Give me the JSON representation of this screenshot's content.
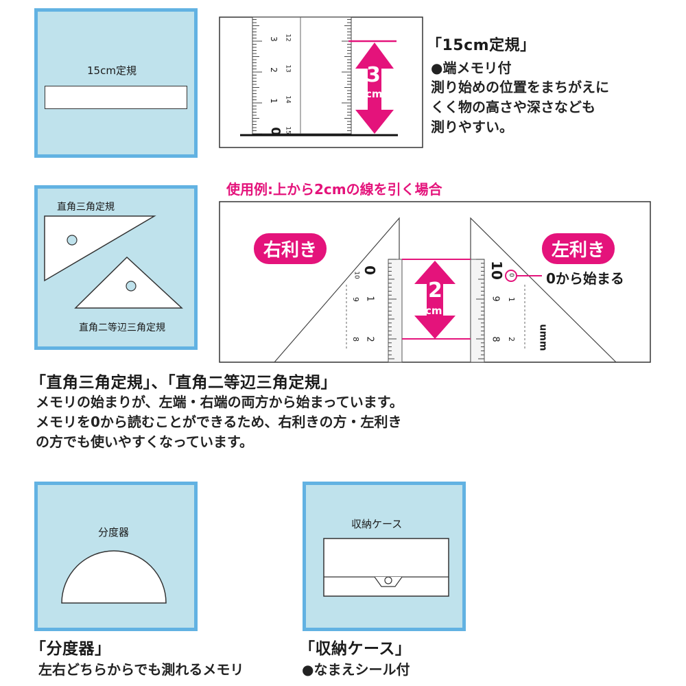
{
  "ruler_section": {
    "panel_label": "15cm定規",
    "heading": "「15cm定規」",
    "bullet": "●端メモリ付",
    "lines": [
      "測り始めの位置をまちがえに",
      "くく物の高さや深さなども",
      "測りやすい。"
    ],
    "arrow_number": "3",
    "arrow_unit": "cm",
    "tick_major": [
      "3",
      "2",
      "1",
      "0"
    ],
    "tick_minor": [
      "12",
      "13",
      "14",
      "15"
    ]
  },
  "triangle_section": {
    "panel_label_top": "直角三角定規",
    "panel_label_bottom": "直角二等辺三角定規",
    "example_caption": "使用例:上から2cmの線を引く場合",
    "right_hand_label": "右利き",
    "left_hand_label": "左利き",
    "zero_start_label": "0から始まる",
    "arrow_number": "2",
    "arrow_unit": "cm",
    "left_ruler_numbers": [
      "0",
      "1",
      "2"
    ],
    "left_ruler_small": [
      "10",
      "9",
      "8"
    ],
    "right_ruler_numbers": [
      "10",
      "9",
      "8"
    ],
    "right_ruler_small": [
      "0",
      "1",
      "2"
    ],
    "brand_mark": "umm",
    "heading": "「直角三角定規」、「直角二等辺三角定規」",
    "lines": [
      "メモリの始まりが、左端・右端の両方から始まっています。",
      "メモリを0から読むことができるため、右利きの方・左利き",
      "の方でも使いやすくなっています。"
    ]
  },
  "protractor_section": {
    "panel_label": "分度器",
    "heading": "「分度器」",
    "line": "左右どちらからでも測れるメモリ"
  },
  "case_section": {
    "panel_label": "収納ケース",
    "heading": "「収納ケース」",
    "line": "●なまえシール付"
  },
  "colors": {
    "panel_fill": "#bfe2ec",
    "panel_border": "#62b2e2",
    "accent": "#e4137b"
  }
}
